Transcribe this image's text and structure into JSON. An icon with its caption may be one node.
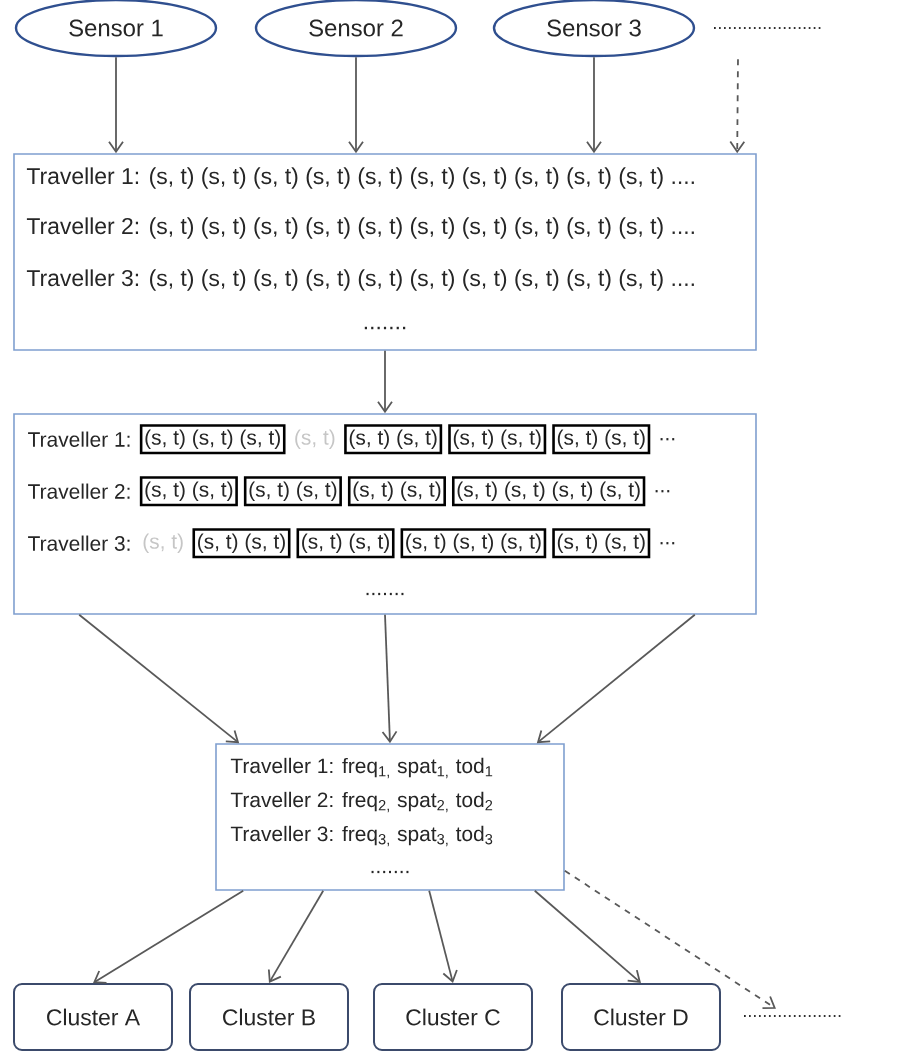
{
  "diagram": {
    "nodes": [
      {
        "text": [
          "Sensor 1"
        ]
      },
      {
        "text": [
          "Sensor 2"
        ]
      },
      {
        "text": [
          "Sensor 3"
        ]
      },
      {
        "text": [
          "Traveller 1: (s, t) (s, t) (s, t) (s, t) (s, t) (s, t) (s, t) (s, t) (s, t) (s, t) ....",
          "Traveller 2: (s, t) (s, t) (s, t) (s, t) (s, t) (s, t) (s, t) (s, t) (s, t) (s, t) ....",
          "Traveller 3: (s, t) (s, t) (s, t) (s, t) (s, t) (s, t) (s, t) (s, t) (s, t) (s, t) ....",
          "......."
        ]
      },
      {
        "text": [
          "Traveller 1:",
          "(s, t)",
          "...",
          "Traveller 2:",
          "...",
          "Traveller 3:",
          "(s, t)",
          "...",
          "......."
        ]
      },
      {
        "text": [
          "(s, t) (s, t) (s, t)"
        ],
        "in": 4
      },
      {
        "text": [
          "(s, t) (s, t)"
        ],
        "in": 4
      },
      {
        "text": [
          "(s, t) (s, t)"
        ],
        "in": 4
      },
      {
        "text": [
          "(s, t) (s, t)"
        ],
        "in": 4
      },
      {
        "text": [
          "(s, t) (s, t)"
        ],
        "in": 4
      },
      {
        "text": [
          "(s, t) (s, t)"
        ],
        "in": 4
      },
      {
        "text": [
          "(s, t) (s, t)"
        ],
        "in": 4
      },
      {
        "text": [
          "(s, t) (s, t) (s, t) (s, t)"
        ],
        "in": 4
      },
      {
        "text": [
          "(s, t) (s, t)"
        ],
        "in": 4
      },
      {
        "text": [
          "(s, t) (s, t)"
        ],
        "in": 4
      },
      {
        "text": [
          "(s, t) (s, t) (s, t)"
        ],
        "in": 4
      },
      {
        "text": [
          "(s, t) (s, t)"
        ],
        "in": 4
      },
      {
        "text": [
          "Traveller 1: freq$_{1,}$ spat$_{1,}$ tod$_{1}$",
          "Traveller 2: freq$_{2,}$ spat$_{2,}$ tod$_{2}$",
          "Traveller 3: freq$_{3,}$ spat$_{3,}$ tod$_{3}$",
          "......."
        ]
      },
      {
        "text": [
          "Cluster A"
        ]
      },
      {
        "text": [
          "Cluster B"
        ]
      },
      {
        "text": [
          "Cluster C"
        ]
      },
      {
        "text": [
          "Cluster D"
        ]
      },
      {
        "text": [
          "......................"
        ]
      },
      {
        "text": [
          "...................."
        ]
      }
    ],
    "edges": [
      {
        "from": 0,
        "to": 3,
        "arrow": "to"
      },
      {
        "from": 1,
        "to": 3,
        "arrow": "to"
      },
      {
        "from": 2,
        "to": 3,
        "arrow": "to"
      },
      {
        "from": 22,
        "to": 3,
        "arrow": "to",
        "style": "dashed"
      },
      {
        "from": 3,
        "to": 4,
        "arrow": "to"
      },
      {
        "from": 4,
        "to": 17,
        "arrow": "to"
      },
      {
        "from": 4,
        "to": 17,
        "arrow": "to"
      },
      {
        "from": 4,
        "to": 17,
        "arrow": "to"
      },
      {
        "from": 17,
        "to": 18,
        "arrow": "to"
      },
      {
        "from": 17,
        "to": 19,
        "arrow": "to"
      },
      {
        "from": 17,
        "to": 20,
        "arrow": "to"
      },
      {
        "from": 17,
        "to": 21,
        "arrow": "to"
      },
      {
        "from": 17,
        "to": 23,
        "arrow": "to",
        "style": "dashed"
      }
    ]
  }
}
